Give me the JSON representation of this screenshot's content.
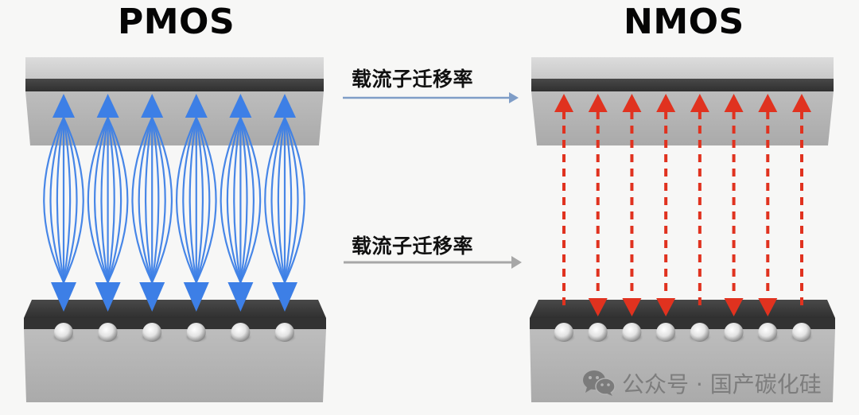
{
  "diagram": {
    "left_panel": {
      "title": "PMOS",
      "arrow_color": "#3d7fe6",
      "arrow_style": "bundled-curved",
      "arrow_count": 6,
      "arrow_direction": "bidirectional",
      "surface_atoms": 6
    },
    "right_panel": {
      "title": "NMOS",
      "arrow_color": "#e0321f",
      "arrow_style": "dashed-straight",
      "arrow_count": 8,
      "arrow_direction": "up-and-down",
      "surface_atoms": 8
    },
    "middle": {
      "label_top": "载流子迁移率",
      "label_bottom": "载流子迁移率",
      "arrow_top_color": "#7f9dc7",
      "arrow_bottom_color": "#a7a7a7"
    },
    "colors": {
      "slab_top_face": "#d2d2d2",
      "slab_dark_band": "#3e3e3e",
      "slab_front": "#b4b4b4",
      "background": "#f7f7f6"
    },
    "watermark": {
      "icon": "wechat-icon",
      "text": "公众号 · 国产碳化硅"
    }
  }
}
